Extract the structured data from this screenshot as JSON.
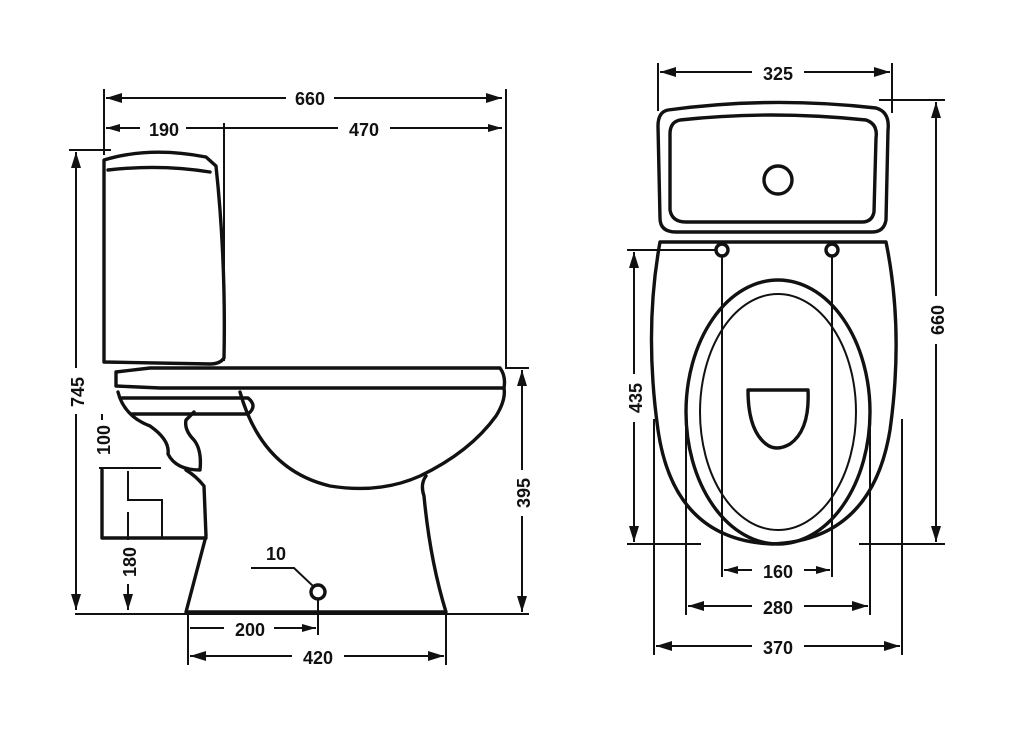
{
  "side_view": {
    "overall_length": "660",
    "tank_depth": "190",
    "bowl_length": "470",
    "overall_height": "745",
    "outlet_height": "100",
    "inlet_height": "180",
    "seat_height": "395",
    "fixing_hole": "10",
    "fixing_offset": "200",
    "base_length": "420"
  },
  "top_view": {
    "tank_width": "325",
    "overall_depth": "660",
    "seat_depth": "435",
    "hinge_spacing": "160",
    "seat_width": "280",
    "bowl_width": "370"
  }
}
